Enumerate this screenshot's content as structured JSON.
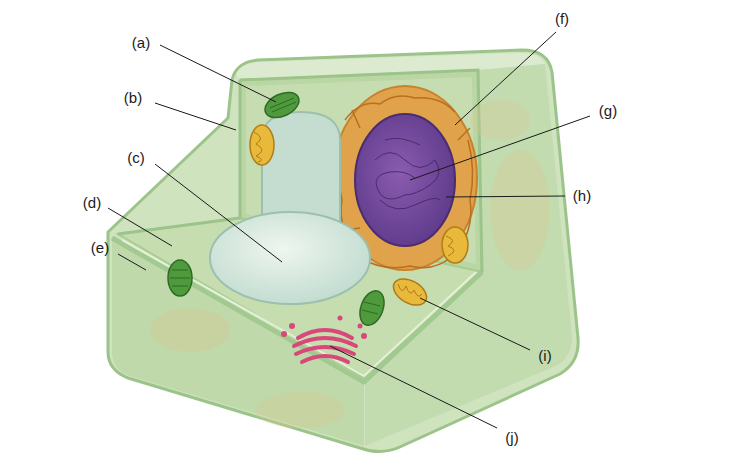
{
  "diagram": {
    "labels": [
      "(a)",
      "(b)",
      "(c)",
      "(d)",
      "(e)",
      "(f)",
      "(g)",
      "(h)",
      "(i)",
      "(j)"
    ]
  }
}
